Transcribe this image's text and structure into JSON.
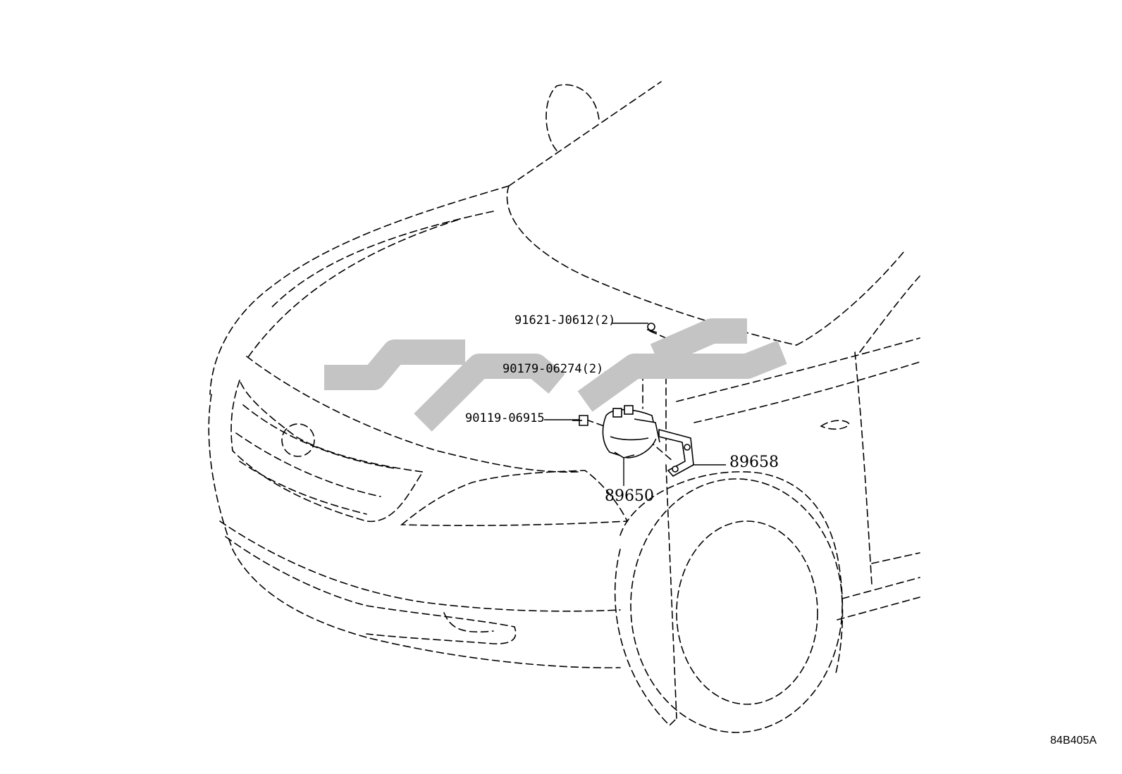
{
  "callouts": {
    "c1": "91621-J0612(2)",
    "c2": "90179-06274(2)",
    "c3": "90119-06915",
    "c4": "89658",
    "c5": "89650"
  },
  "diagram_code": "84B405A",
  "colors": {
    "line": "#000000",
    "watermark": "#c4c4c4"
  }
}
